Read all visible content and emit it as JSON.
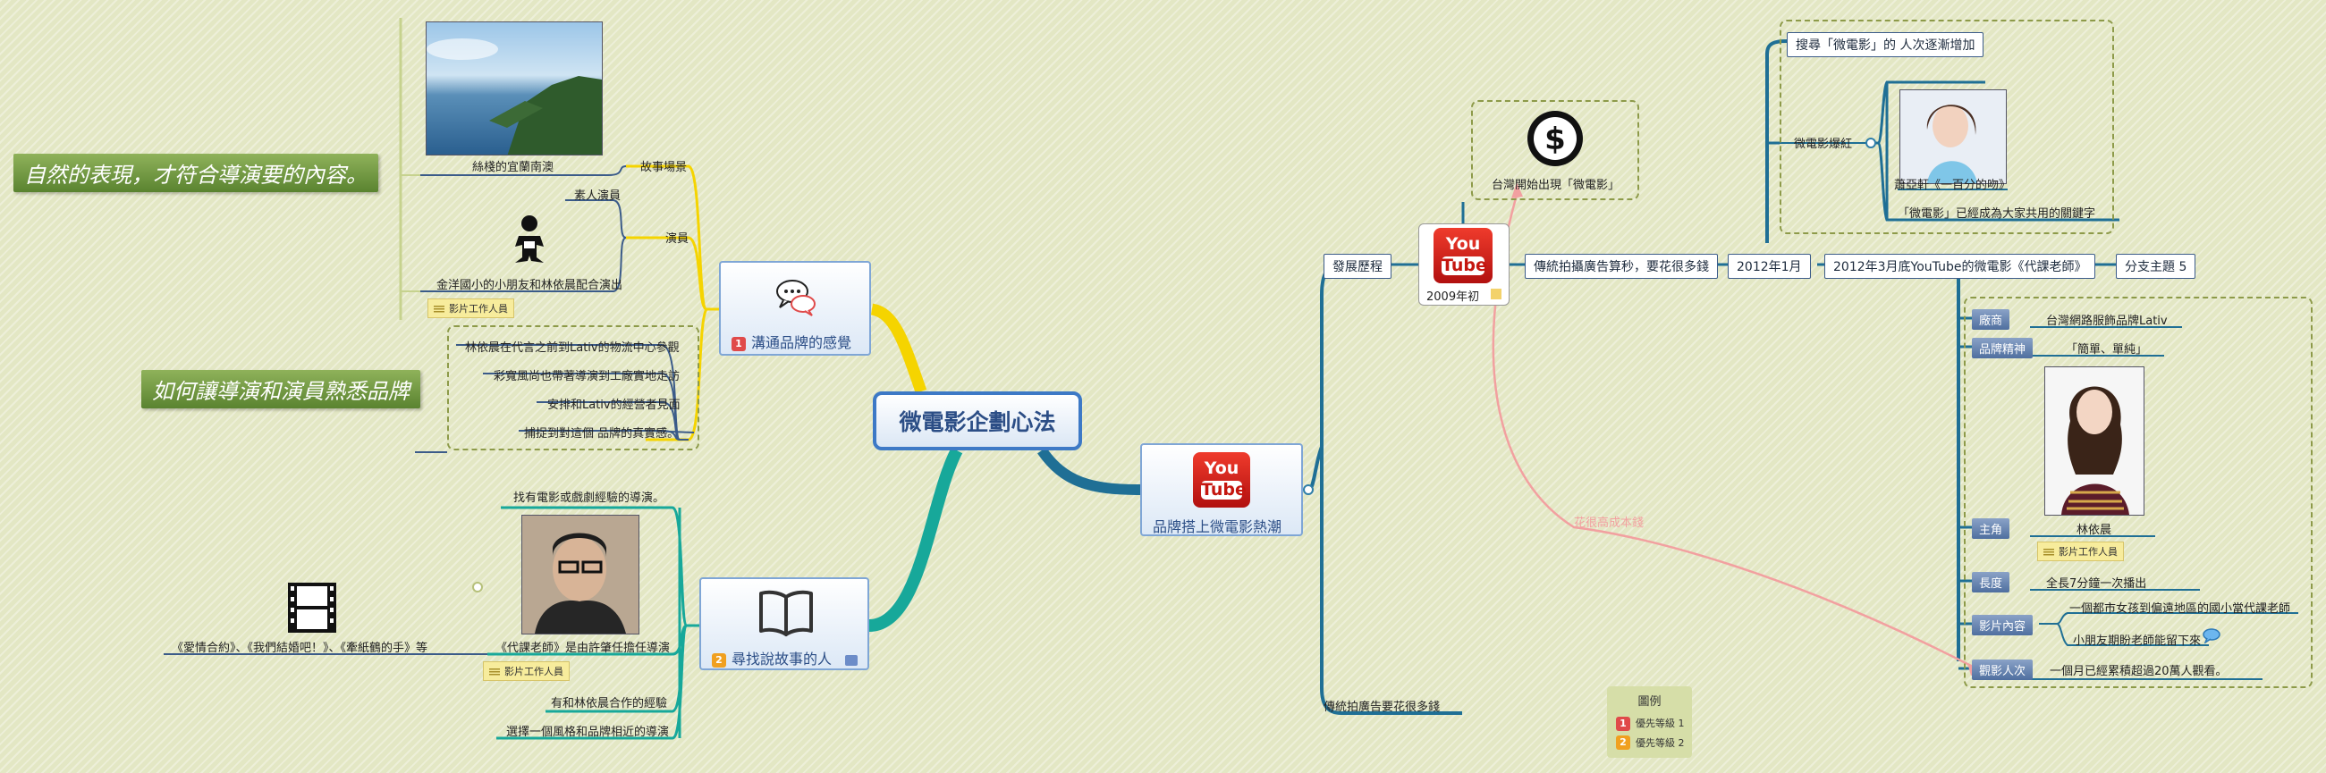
{
  "root": {
    "title": "微電影企劃心法"
  },
  "branches": {
    "communicate": {
      "label": "溝通品牌的感覺",
      "priority": "1"
    },
    "find_people": {
      "label": "尋找說故事的人",
      "priority": "2"
    },
    "trend": {
      "label": "品牌搭上微電影熱潮"
    }
  },
  "left_top": {
    "story_scene": "故事場景",
    "scenery": "絲棧的宜蘭南澳",
    "actors": "演員",
    "amateur": "素人演員",
    "kid_actors": "金洋國小的小朋友和林依晨配合演出",
    "film_staff_note": "影片工作人員",
    "steps": [
      "林依晨在代言之前到Lativ的物流中心參觀",
      "彩寬風尚也帶著導演到工廠實地走訪",
      "安排和Lativ的經營者見面",
      "捕捉到對這個 品牌的真實感。"
    ],
    "label_natural": "自然的表現，才符合導演要的內容。",
    "label_familiar": "如何讓導演和演員熟悉品牌"
  },
  "left_bottom": {
    "need_director": "找有電影或戲劇經驗的導演。",
    "director_note": "《代課老師》是由許肇任擔任導演",
    "films": "《愛情合約》、《我們結婚吧！》、《牽紙鶴的手》等",
    "film_staff_note": "影片工作人員",
    "experience": "有和林依晨合作的經驗",
    "style": "選擇一個風格和品牌相近的導演"
  },
  "right": {
    "history": "發展歷程",
    "early2009": "2009年初",
    "taiwan_start": "台灣開始出現「微電影」",
    "traditional_ad": "傳統拍攝廣告算秒，要花很多錢",
    "jan2012": "2012年1月",
    "search_growth": "搜尋「微電影」的 人次逐漸增加",
    "popular": "微電影爆紅",
    "actress": "蕭亞軒《一百分的吻》",
    "keyword": "「微電影」已經成為大家共用的關鍵字",
    "mar2012": "2012年3月底YouTube的微電影《代課老師》",
    "subtopic5": "分支主題 5",
    "bottom_traditional": "傳統拍廣告要花很多錢",
    "faint_relation": "花很高成本錢"
  },
  "details": [
    {
      "key": "廠商",
      "value": "台灣網路服飾品牌Lativ"
    },
    {
      "key": "品牌精神",
      "value": "「簡單、單純」"
    },
    {
      "key": "主角",
      "value": "林依晨"
    },
    {
      "key": "長度",
      "value": "全長7分鐘一次播出"
    },
    {
      "key": "影片內容",
      "value": "一個都市女孩到偏遠地區的國小當代課老師"
    },
    {
      "key": "觀影人次",
      "value": "一個月已經累積超過20萬人觀看。"
    }
  ],
  "detail_extra": {
    "kids_line": "小朋友期盼老師能留下來",
    "film_staff_note": "影片工作人員"
  },
  "youtube": {
    "you": "You",
    "tube": "Tube"
  },
  "legend": {
    "title": "圖例",
    "items": [
      {
        "num": "1",
        "label": "優先等級 1"
      },
      {
        "num": "2",
        "label": "優先等級 2"
      }
    ]
  },
  "colors": {
    "background": "#e3e7c4",
    "root_border": "#3d79c6",
    "yellow_branch": "#f5d400",
    "teal_branch": "#17a89a",
    "right_branch": "#1f6f95",
    "relation": "#f2a0a0"
  }
}
